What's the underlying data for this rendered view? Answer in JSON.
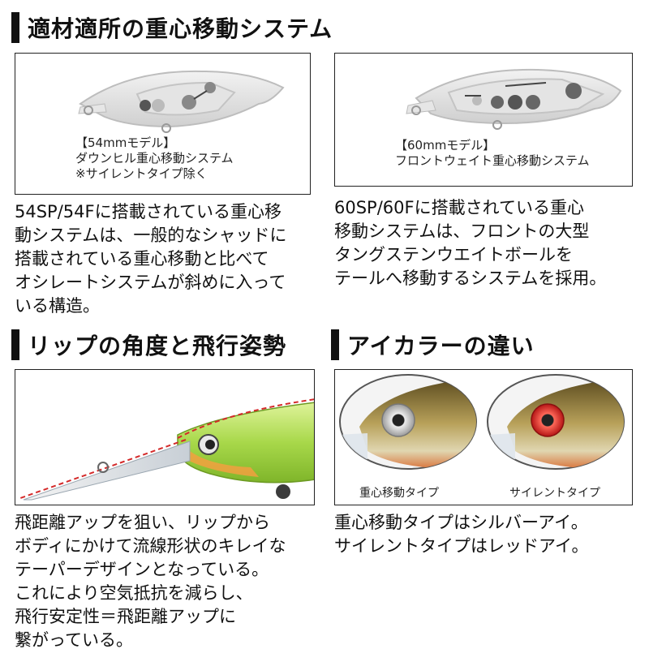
{
  "sections": {
    "weight": {
      "title": "適材適所の重心移動システム",
      "left": {
        "caption": [
          "【54mmモデル】",
          "ダウンヒル重心移動システム",
          "※サイレントタイプ除く"
        ],
        "body": [
          "54SP/54Fに搭載されている重心移",
          "動システムは、一般的なシャッドに",
          "搭載されている重心移動と比べて",
          "オシレートシステムが斜めに入って",
          "いる構造。"
        ]
      },
      "right": {
        "caption": [
          "【60mmモデル】",
          "フロントウェイト重心移動システム"
        ],
        "body": [
          "60SP/60Fに搭載されている重心",
          "移動システムは、フロントの大型",
          "タングステンウエイトボールを",
          "テールへ移動するシステムを採用。"
        ]
      }
    },
    "lip": {
      "title": "リップの角度と飛行姿勢",
      "body": [
        "飛距離アップを狙い、リップから",
        "ボディにかけて流線形状のキレイな",
        "テーパーデザインとなっている。",
        "これにより空気抵抗を減らし、",
        "飛行安定性＝飛距離アップに",
        "繋がっている。"
      ]
    },
    "eye": {
      "title": "アイカラーの違い",
      "labels": [
        "重心移動タイプ",
        "サイレントタイプ"
      ],
      "body": [
        "重心移動タイプはシルバーアイ。",
        "サイレントタイプはレッドアイ。"
      ]
    }
  },
  "colors": {
    "heading_bar": "#111111",
    "lure_green": "#a8d84a",
    "flight_line": "#d42a2a",
    "eye_silver": "#c9c9c9",
    "eye_red": "#d42020"
  }
}
